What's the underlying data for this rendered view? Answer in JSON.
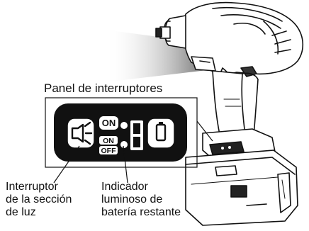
{
  "title": "Panel de interruptores",
  "panel": {
    "on_top": "ON",
    "on_small": "ON",
    "off_small": "OFF"
  },
  "callouts": {
    "light_switch": [
      "Interruptor",
      "de la sección",
      "de luz"
    ],
    "battery_indicator": [
      "Indicador",
      "luminoso de",
      "batería restante"
    ]
  },
  "icons": [
    "flashlight-icon",
    "battery-icon"
  ]
}
